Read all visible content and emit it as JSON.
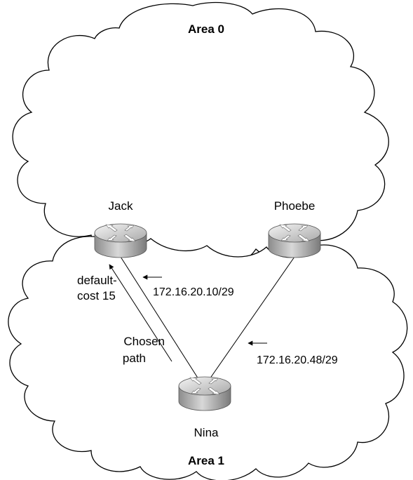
{
  "areas": {
    "top": "Area 0",
    "bottom": "Area 1"
  },
  "routers": {
    "jack": "Jack",
    "phoebe": "Phoebe",
    "nina": "Nina"
  },
  "networks": {
    "jack_nina": "172.16.20.10/29",
    "phoebe_nina": "172.16.20.48/29"
  },
  "annotations": {
    "default_cost_line1": "default-",
    "default_cost_line2": "cost 15",
    "chosen_line1": "Chosen",
    "chosen_line2": "path"
  },
  "icons": {
    "router": "router-icon",
    "cloud": "cloud-shape",
    "arrow": "arrow-icon"
  }
}
